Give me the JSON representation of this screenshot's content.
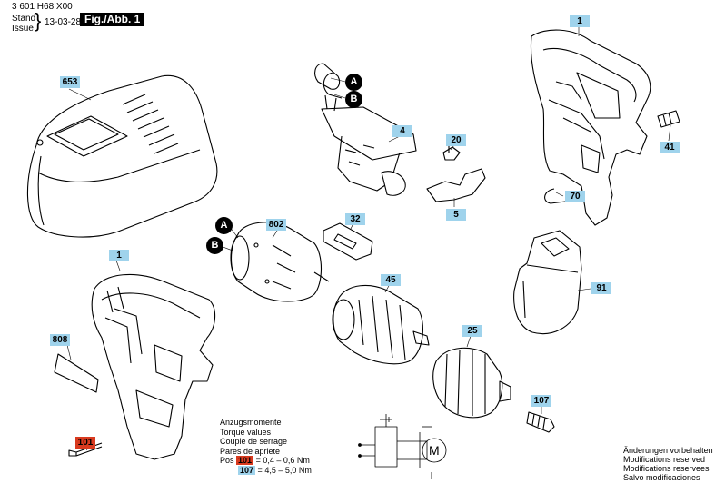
{
  "header": {
    "doc_number": "3 601 H68 X00",
    "stand_label": "Stand",
    "issue_label": "Issue",
    "date": "13-03-28",
    "figure_label": "Fig./Abb. 1"
  },
  "parts": [
    {
      "id": "653"
    },
    {
      "id": "1"
    },
    {
      "id": "41"
    },
    {
      "id": "70"
    },
    {
      "id": "4"
    },
    {
      "id": "20"
    },
    {
      "id": "5"
    },
    {
      "id": "802"
    },
    {
      "id": "32"
    },
    {
      "id": "45"
    },
    {
      "id": "25"
    },
    {
      "id": "91"
    },
    {
      "id": "107"
    },
    {
      "id": "808"
    },
    {
      "id": "1"
    },
    {
      "id": "101"
    }
  ],
  "connectors": {
    "a": "A",
    "b": "B"
  },
  "torque": {
    "lines": [
      "Anzugsmomente",
      "Torque values",
      "Couple de serrage",
      "Pares de apriete"
    ],
    "pos_label": "Pos",
    "rows": [
      {
        "pos": "101",
        "eq": "=",
        "value": "0,4 – 0,6 Nm"
      },
      {
        "pos": "107",
        "eq": "=",
        "value": "4,5 – 5,0 Nm"
      }
    ]
  },
  "motor_symbol": "M",
  "footer": [
    "Änderungen vorbehalten",
    "Modifications reserved",
    "Modifications reservees",
    "Salvo modificaciones"
  ],
  "colors": {
    "callout_blue": "#9fd3ec",
    "callout_red": "#d93a1f",
    "line": "#000000"
  }
}
